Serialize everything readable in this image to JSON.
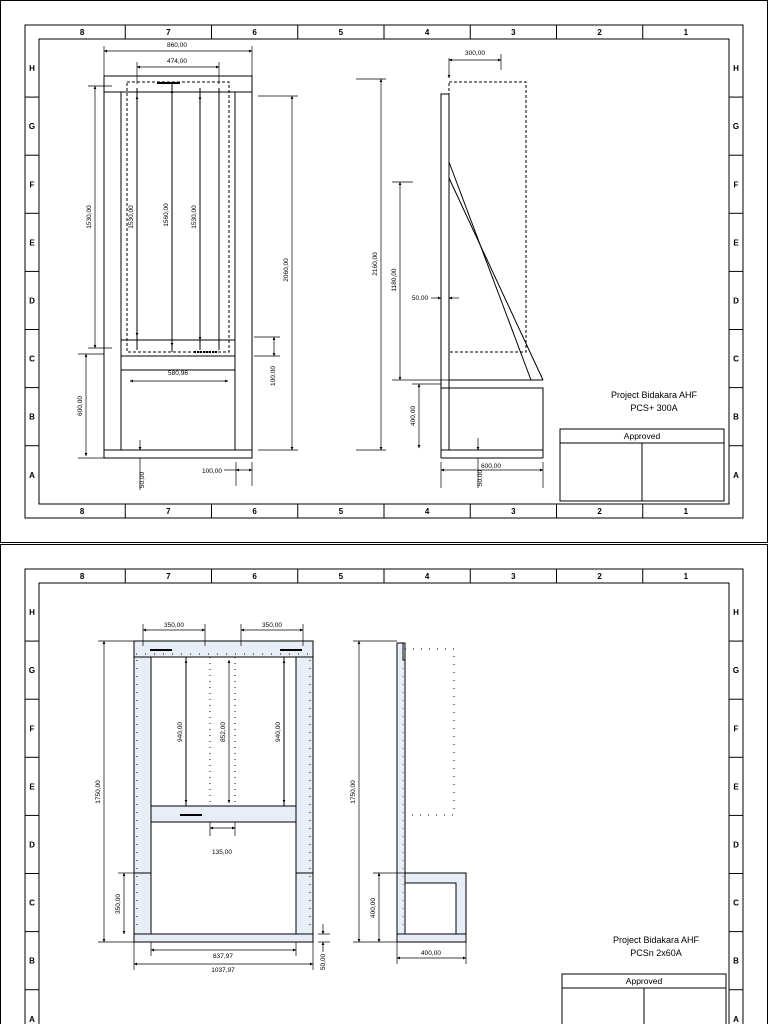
{
  "sheet1": {
    "col_labels": [
      "8",
      "7",
      "6",
      "5",
      "4",
      "3",
      "2",
      "1"
    ],
    "row_labels": [
      "H",
      "G",
      "F",
      "E",
      "D",
      "C",
      "B",
      "A"
    ],
    "project_title": "Project Bidakara AHF",
    "project_subtitle": "PCS+ 300A",
    "approved_label": "Approved",
    "front": {
      "dim_width": "860,00",
      "dim_inner_width": "474,00",
      "dim_left_height": "1530,00",
      "dim_rod1": "1530,00",
      "dim_rod2": "1560,00",
      "dim_rod3": "1530,00",
      "dim_total_height": "2060,00",
      "dim_beam": "580,96",
      "dim_base_height": "600,00",
      "dim_step": "100,00",
      "dim_foot_width": "100,00",
      "dim_bottom": "50,00"
    },
    "side": {
      "dim_total_height": "2160,00",
      "dim_offset": "300,00",
      "dim_upper": "1180,00",
      "dim_gap": "50,00",
      "dim_lower": "400,00",
      "dim_depth": "600,00",
      "dim_bottom": "50,00"
    }
  },
  "sheet2": {
    "col_labels": [
      "8",
      "7",
      "6",
      "5",
      "4",
      "3",
      "2",
      "1"
    ],
    "row_labels": [
      "H",
      "G",
      "F",
      "E",
      "D",
      "C",
      "B",
      "A"
    ],
    "project_title": "Project Bidakara AHF",
    "project_subtitle": "PCSn 2x60A",
    "approved_label": "Approved",
    "front": {
      "dim_left_top": "350,00",
      "dim_right_top": "350,00",
      "dim_rod_left": "940,00",
      "dim_rod_center": "852,00",
      "dim_rod_right": "940,00",
      "dim_total_height": "1750,00",
      "dim_center_gap": "135,00",
      "dim_leg_height": "350,00",
      "dim_inner_width": "837,97",
      "dim_total_width": "1037,97",
      "dim_bottom": "50,00"
    },
    "side": {
      "dim_total_height": "1750,00",
      "dim_lower": "400,00",
      "dim_depth": "400,00"
    }
  },
  "colors": {
    "line": "#000000",
    "fill_member": "#e8eef8",
    "background": "#ffffff"
  }
}
